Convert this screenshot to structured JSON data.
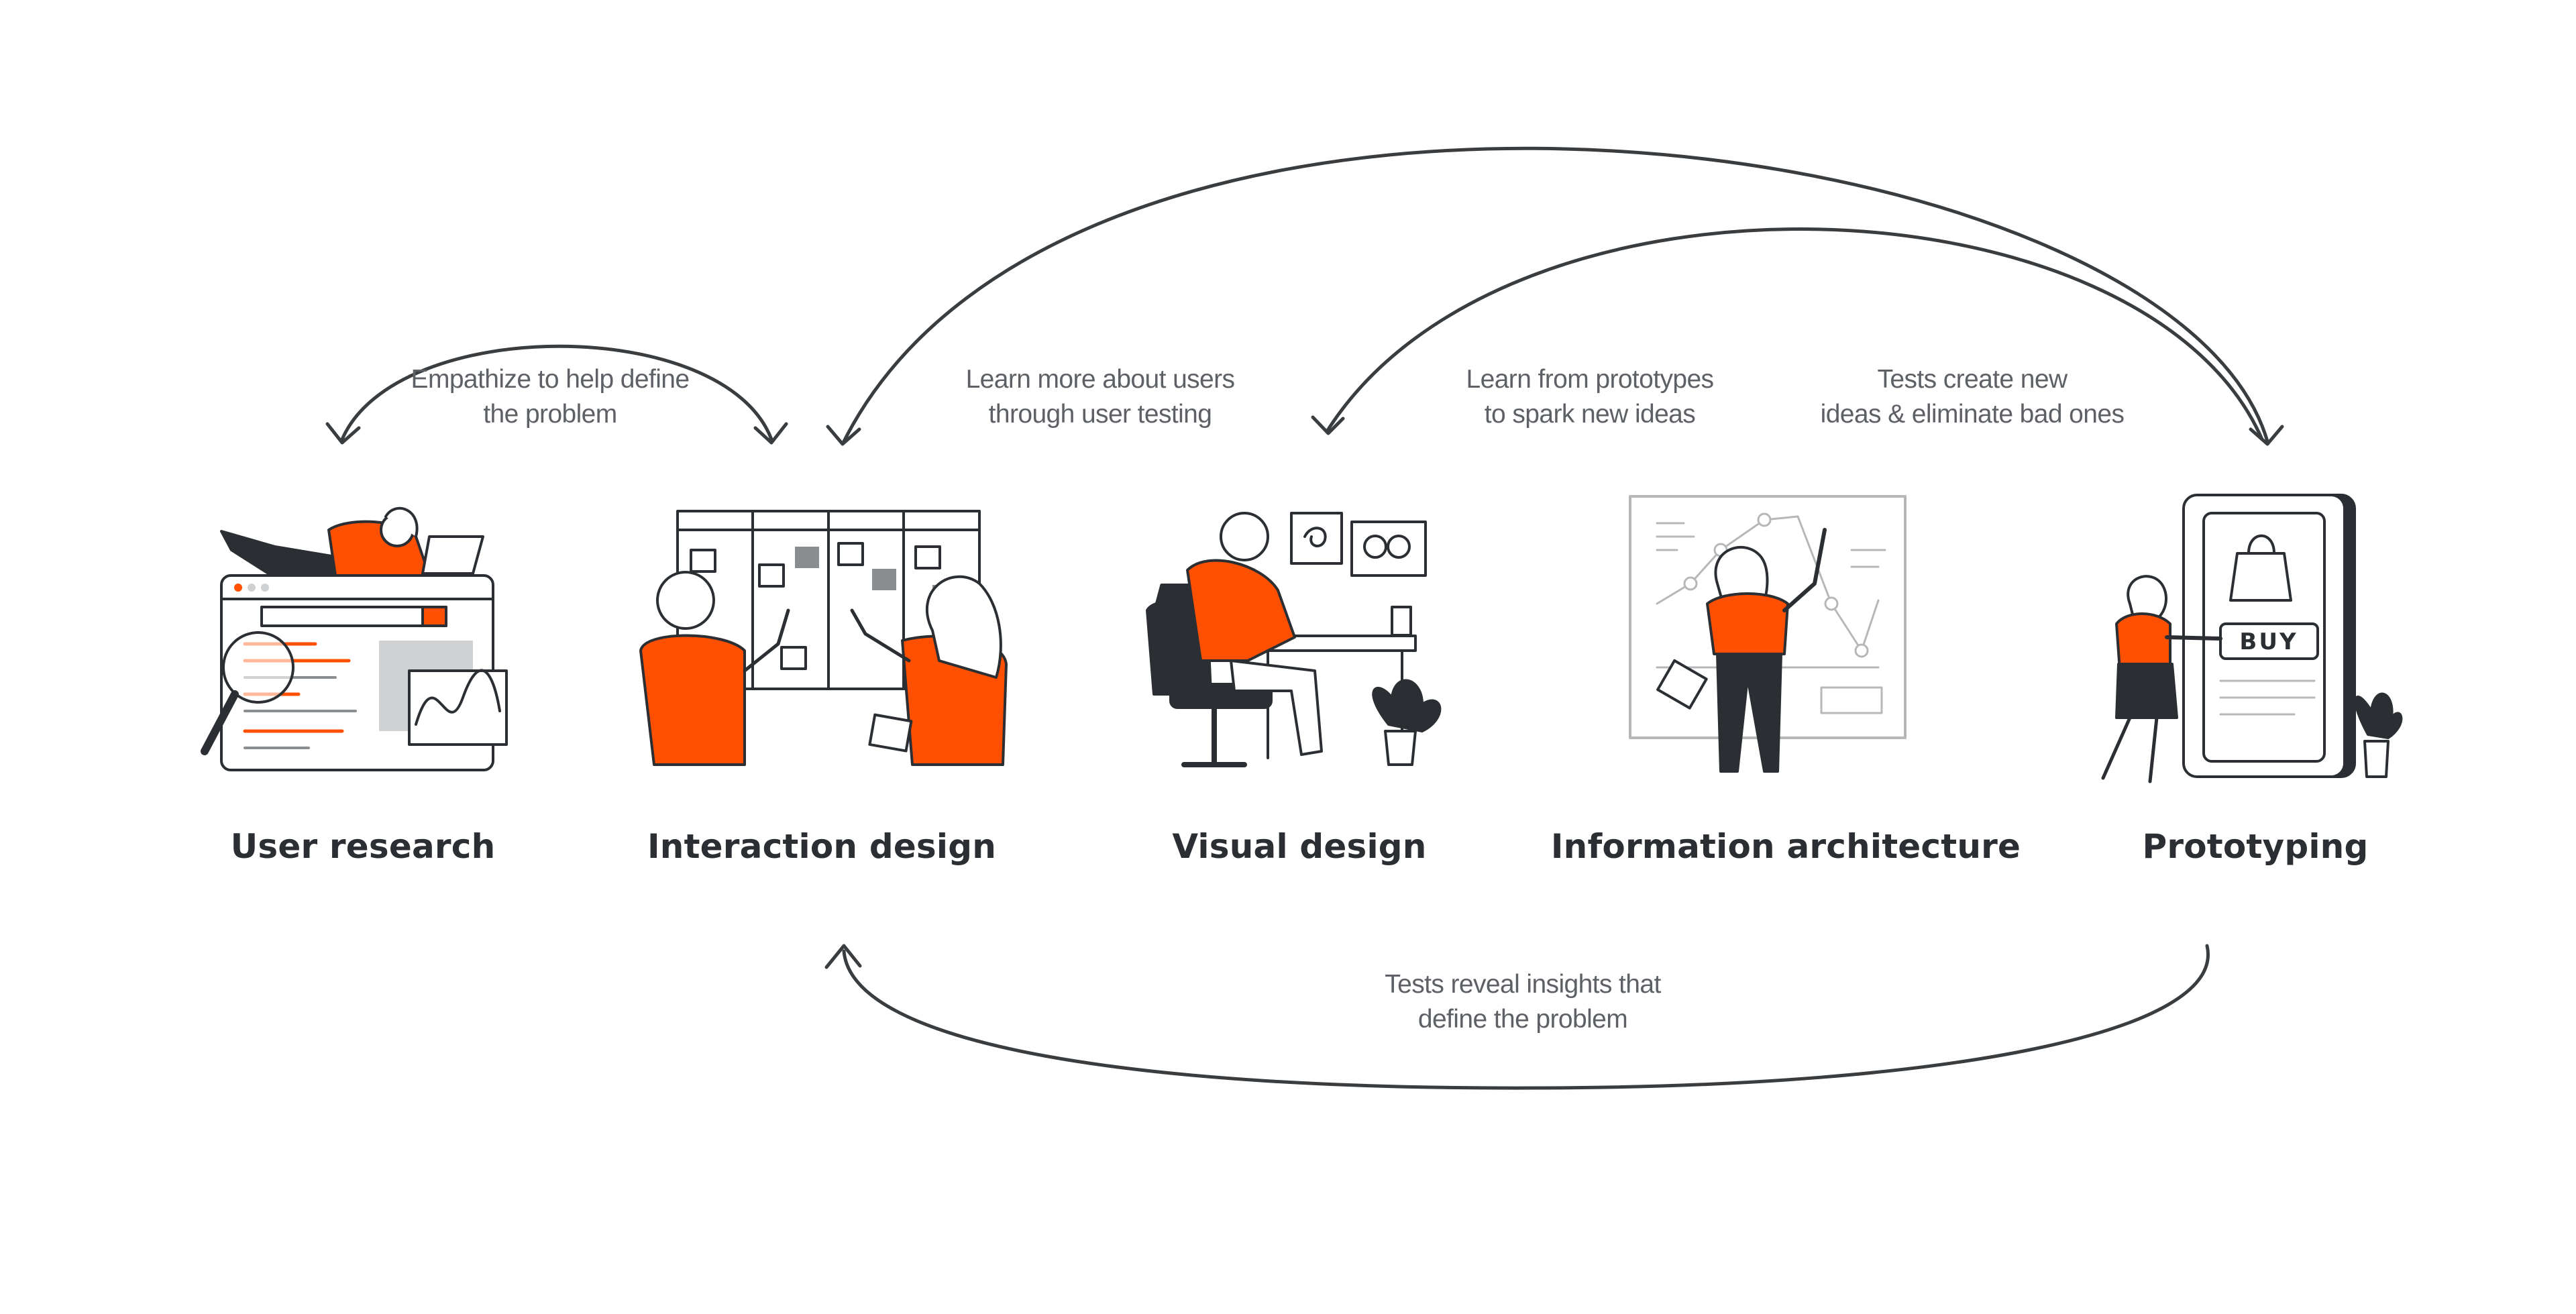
{
  "colors": {
    "accent": "#ff4f00",
    "ink": "#2b2f33",
    "note": "#5d6166",
    "line": "#3a3d40",
    "light_gray": "#cfd1d3",
    "background": "#ffffff"
  },
  "stages": [
    {
      "id": "user-research",
      "title": "User research"
    },
    {
      "id": "interaction-design",
      "title": "Interaction design"
    },
    {
      "id": "visual-design",
      "title": "Visual design"
    },
    {
      "id": "information-architecture",
      "title": "Information architecture"
    },
    {
      "id": "prototyping",
      "title": "Prototyping"
    }
  ],
  "notes": [
    {
      "id": "empathize",
      "lines": [
        "Empathize to help define",
        "the problem"
      ]
    },
    {
      "id": "learn-users",
      "lines": [
        "Learn more about users",
        "through user testing"
      ]
    },
    {
      "id": "learn-prototypes",
      "lines": [
        "Learn from prototypes",
        "to spark new ideas"
      ]
    },
    {
      "id": "tests-create",
      "lines": [
        "Tests create new",
        "ideas & eliminate bad ones"
      ]
    },
    {
      "id": "tests-reveal",
      "lines": [
        "Tests reveal insights that",
        "define the problem"
      ]
    }
  ],
  "prototype_button": "BUY",
  "icons": [
    "user-research-illustration",
    "interaction-design-illustration",
    "visual-design-illustration",
    "information-architecture-illustration",
    "prototyping-illustration",
    "arrow-icon"
  ]
}
